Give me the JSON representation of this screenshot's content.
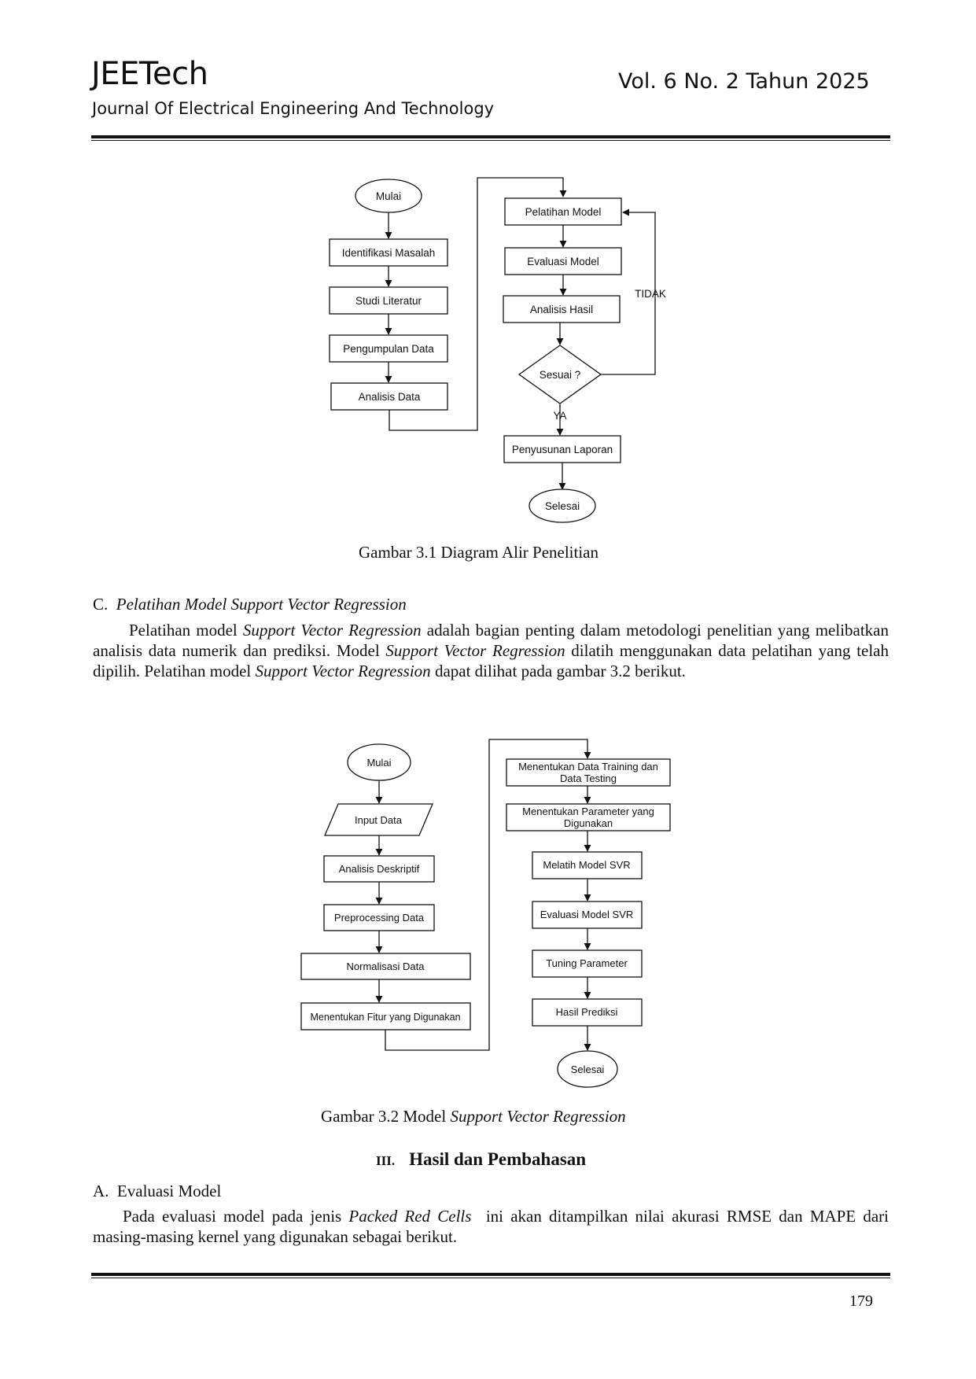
{
  "header": {
    "journal_name": "JEETech",
    "journal_subtitle": "Journal Of Electrical Engineering And Technology",
    "volume_info": "Vol. 6 No. 2 Tahun 2025"
  },
  "figure1": {
    "nodes": {
      "mulai": "Mulai",
      "identifikasi": "Identifikasi Masalah",
      "studi": "Studi Literatur",
      "pengumpulan": "Pengumpulan Data",
      "analisis_data": "Analisis Data",
      "pelatihan": "Pelatihan Model",
      "evaluasi": "Evaluasi Model",
      "analisis_hasil": "Analisis Hasil",
      "sesuai": "Sesuai ?",
      "penyusunan": "Penyusunan Laporan",
      "selesai": "Selesai"
    },
    "edge_labels": {
      "tidak": "TIDAK",
      "ya": "YA"
    },
    "caption": "Gambar 3.1 Diagram Alir Penelitian"
  },
  "section_c": {
    "letter": "C.",
    "title": "Pelatihan Model Support Vector Regression",
    "paragraph": [
      "Pelatihan model ",
      "Support Vector Regression",
      " adalah bagian penting dalam metodologi penelitian yang melibatkan analisis data numerik dan prediksi. Model ",
      "Support Vector Regression",
      " dilatih menggunakan data pelatihan yang telah dipilih. Pelatihan model ",
      "Support Vector Regression",
      " dapat dilihat pada gambar 3.2 berikut."
    ]
  },
  "figure2": {
    "nodes": {
      "mulai": "Mulai",
      "input": "Input Data",
      "deskriptif": "Analisis Deskriptif",
      "preprocessing": "Preprocessing Data",
      "normalisasi": "Normalisasi Data",
      "fitur": "Menentukan Fitur yang Digunakan",
      "training_1": "Menentukan Data Training dan",
      "training_2": "Data Testing",
      "parameter_1": "Menentukan Parameter yang",
      "parameter_2": "Digunakan",
      "melatih": "Melatih Model SVR",
      "evaluasi": "Evaluasi Model SVR",
      "tuning": "Tuning Parameter",
      "hasil": "Hasil Prediksi",
      "selesai": "Selesai"
    },
    "caption_prefix": "Gambar 3.2 Model ",
    "caption_italic": "Support Vector Regression"
  },
  "section_iii": {
    "number": "III.",
    "title": "Hasil dan Pembahasan"
  },
  "section_a": {
    "letter": "A.",
    "title": "Evaluasi Model",
    "paragraph": [
      "Pada evaluasi model pada jenis ",
      "Packed Red Cells",
      "  ini akan ditampilkan nilai akurasi RMSE dan MAPE dari masing-masing kernel yang digunakan sebagai berikut."
    ]
  },
  "footer": {
    "page_number": "179"
  }
}
